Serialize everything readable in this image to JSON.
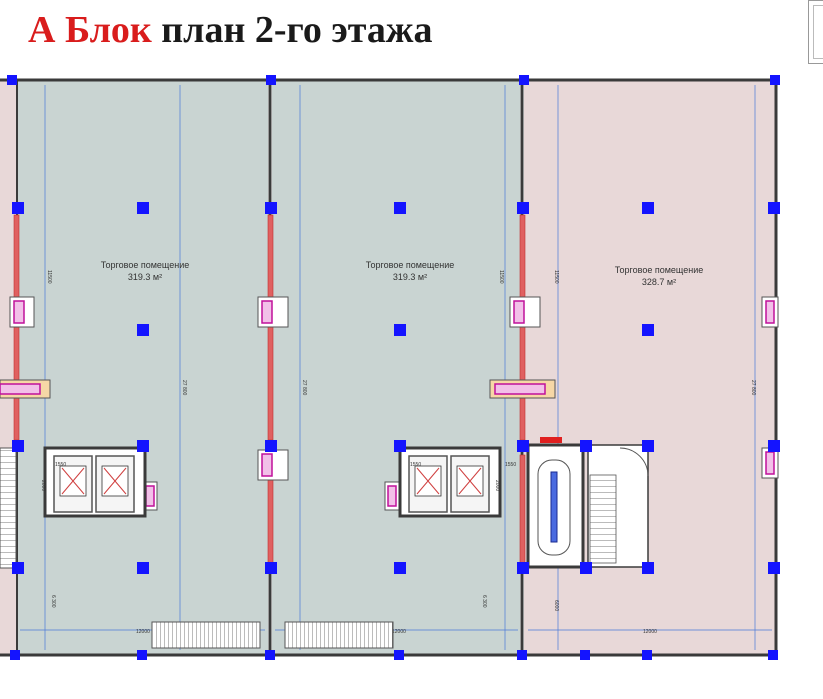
{
  "title": {
    "accent": "А Блок",
    "rest": "план 2-го этажа"
  },
  "rooms": [
    {
      "name": "Торговое помещение",
      "area": "319.3 м²"
    },
    {
      "name": "Торговое помещение",
      "area": "319.3 м²"
    },
    {
      "name": "Торговое помещение",
      "area": "328.7 м²"
    }
  ],
  "dimensions": {
    "room_depth": "27 800",
    "upper_bay": "11500",
    "lower_bay": "6 300",
    "bottom_width_1": "12000",
    "bottom_width_2": "12000",
    "bottom_small": "6000",
    "elevator_w": "1550",
    "elevator_h": "2000"
  },
  "colors": {
    "room_green": "#c9d4d2",
    "room_pink": "#e8d8d8",
    "column_blue": "#1414ff",
    "wall": "#3a3a3a",
    "partition_red": "#c03030",
    "magenta": "#c0119a",
    "dim_line": "#4a7ad8"
  }
}
